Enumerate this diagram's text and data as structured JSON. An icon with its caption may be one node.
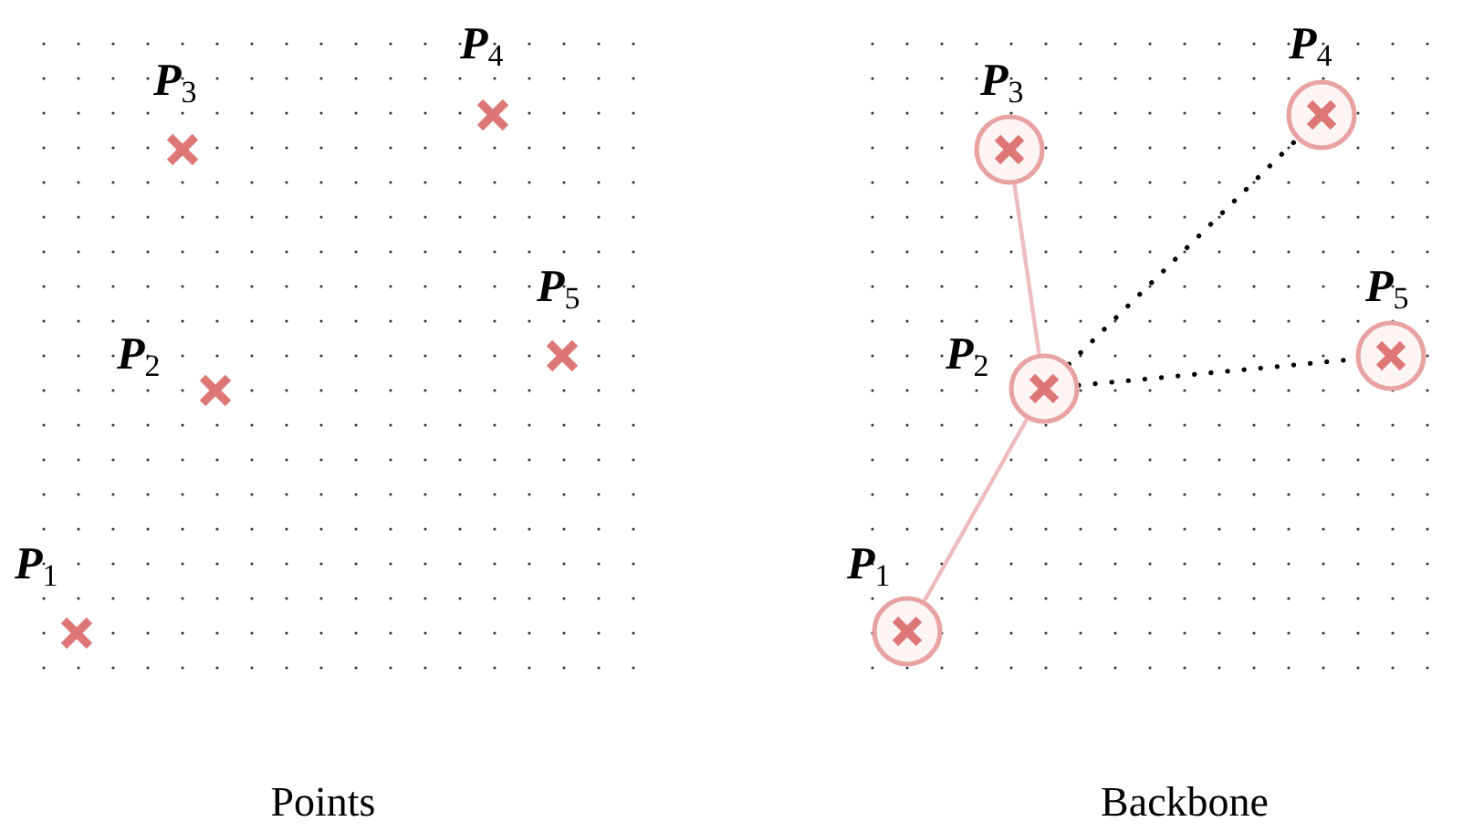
{
  "diagram": {
    "nodes": [
      {
        "text": [
          "**P**$_{1}$"
        ]
      },
      {
        "text": [
          "**P**$_{2}$"
        ]
      },
      {
        "text": [
          "**P**$_{3}$"
        ]
      },
      {
        "text": [
          "**P**$_{4}$"
        ]
      },
      {
        "text": [
          "**P**$_{5}$"
        ]
      },
      {
        "text": [
          "**P**$_{1}$"
        ]
      },
      {
        "text": [
          "**P**$_{2}$"
        ]
      },
      {
        "text": [
          "**P**$_{3}$"
        ]
      },
      {
        "text": [
          "**P**$_{4}$"
        ]
      },
      {
        "text": [
          "**P**$_{5}$"
        ]
      }
    ],
    "edges": [
      {
        "from": 5,
        "to": 6,
        "arrow": "none",
        "color": "#eebcbc"
      },
      {
        "from": 6,
        "to": 7,
        "arrow": "none",
        "color": "#eebcbc"
      },
      {
        "from": 6,
        "to": 8,
        "arrow": "none",
        "style": "dashed",
        "color": "#000000"
      },
      {
        "from": 6,
        "to": 9,
        "arrow": "none",
        "style": "dashed",
        "color": "#000000"
      }
    ],
    "labels": [
      "Points",
      "Backbone"
    ]
  }
}
